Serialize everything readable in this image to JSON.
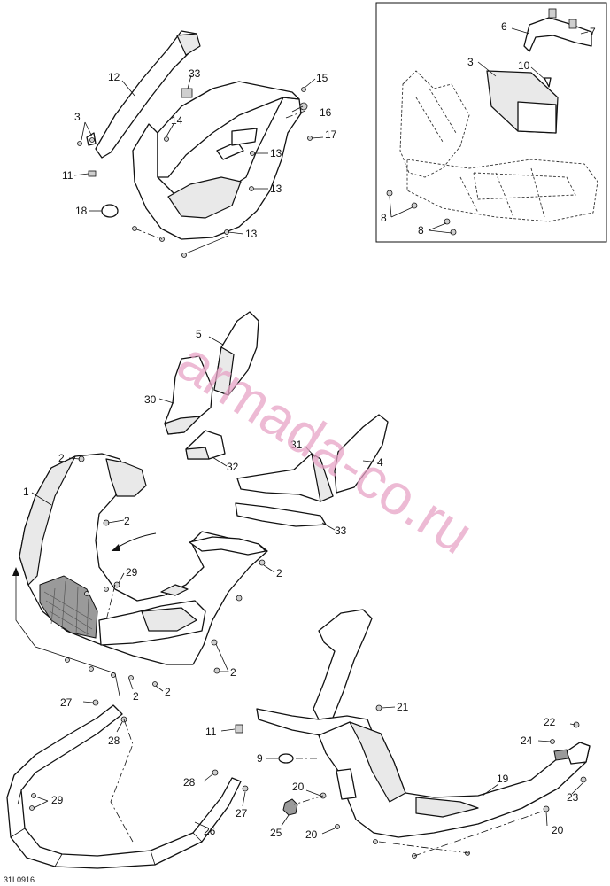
{
  "drawing_code": "31L0916",
  "watermark": "armada-co.ru",
  "callouts": {
    "c1": "1",
    "c2": "2",
    "c3": "3",
    "c4": "4",
    "c5": "5",
    "c6": "6",
    "c7": "7",
    "c8": "8",
    "c9": "9",
    "c10": "10",
    "c11": "11",
    "c12": "12",
    "c13": "13",
    "c14": "14",
    "c15": "15",
    "c16": "16",
    "c17": "17",
    "c18": "18",
    "c19": "19",
    "c20": "20",
    "c21": "21",
    "c22": "22",
    "c23": "23",
    "c24": "24",
    "c25": "25",
    "c26": "26",
    "c27": "27",
    "c28": "28",
    "c29": "29",
    "c30": "30",
    "c31": "31",
    "c32": "32",
    "c33": "33"
  }
}
